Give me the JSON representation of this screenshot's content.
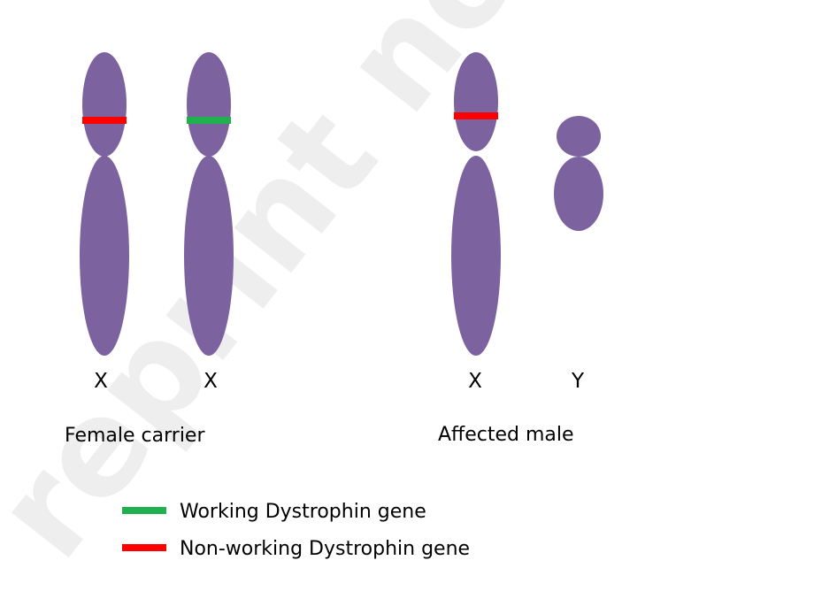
{
  "colors": {
    "chromosome": "#7d62a0",
    "working_gene": "#1fb050",
    "non_working_gene": "#ff0000",
    "watermark": "#eeeeee"
  },
  "watermark_text": "reprint not p",
  "groups": [
    {
      "name": "Female carrier",
      "chromosomes": [
        {
          "label": "X",
          "type": "X",
          "gene": "non_working"
        },
        {
          "label": "X",
          "type": "X",
          "gene": "working"
        }
      ]
    },
    {
      "name": "Affected male",
      "chromosomes": [
        {
          "label": "X",
          "type": "X",
          "gene": "non_working"
        },
        {
          "label": "Y",
          "type": "Y",
          "gene": "none"
        }
      ]
    }
  ],
  "legend": [
    {
      "key": "working",
      "label": "Working Dystrophin gene"
    },
    {
      "key": "non_working",
      "label": "Non-working Dystrophin gene"
    }
  ]
}
